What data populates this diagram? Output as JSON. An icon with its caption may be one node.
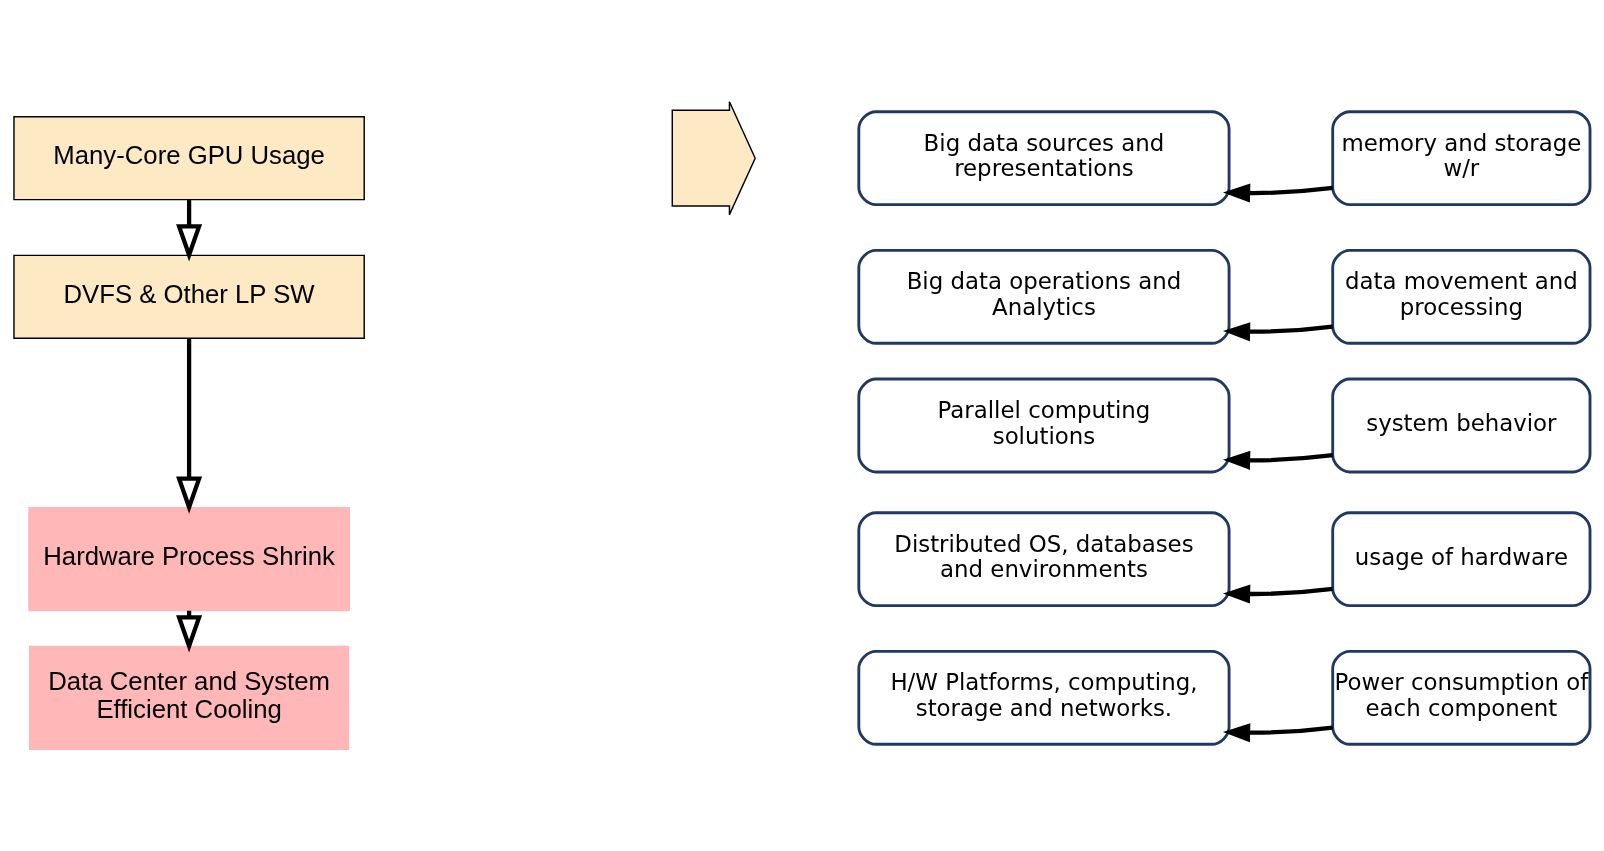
{
  "diagram": {
    "nodes": [
      {
        "text": [
          "Many-Core GPU Usage"
        ]
      },
      {
        "text": [
          "DVFS & Other LP SW"
        ]
      },
      {
        "text": [
          "Hardware Process Shrink"
        ]
      },
      {
        "text": [
          "Data Center and System Efficient Cooling"
        ]
      },
      {
        "text": [],
        "shape": "arrow"
      },
      {
        "text": [
          "Big data sources and representations"
        ]
      },
      {
        "text": [
          "memory and storage  w/r"
        ]
      },
      {
        "text": [
          "Big data operations and Analytics"
        ]
      },
      {
        "text": [
          "data movement and processing"
        ]
      },
      {
        "text": [
          "Parallel computing solutions"
        ]
      },
      {
        "text": [
          "system behavior"
        ]
      },
      {
        "text": [
          "Distributed OS, databases and environments"
        ]
      },
      {
        "text": [
          "usage of hardware"
        ]
      },
      {
        "text": [
          "H/W Platforms, computing, storage and networks."
        ]
      },
      {
        "text": [
          "Power consumption of each component"
        ]
      }
    ],
    "edges": [
      {
        "from": 0,
        "to": 1,
        "arrow": "to"
      },
      {
        "from": 1,
        "to": 2,
        "arrow": "to"
      },
      {
        "from": 2,
        "to": 3,
        "arrow": "to"
      },
      {
        "from": 6,
        "to": 5,
        "arrow": "to"
      },
      {
        "from": 8,
        "to": 7,
        "arrow": "to"
      },
      {
        "from": 10,
        "to": 9,
        "arrow": "to"
      },
      {
        "from": 12,
        "to": 11,
        "arrow": "to"
      },
      {
        "from": 14,
        "to": 13,
        "arrow": "to"
      }
    ]
  }
}
